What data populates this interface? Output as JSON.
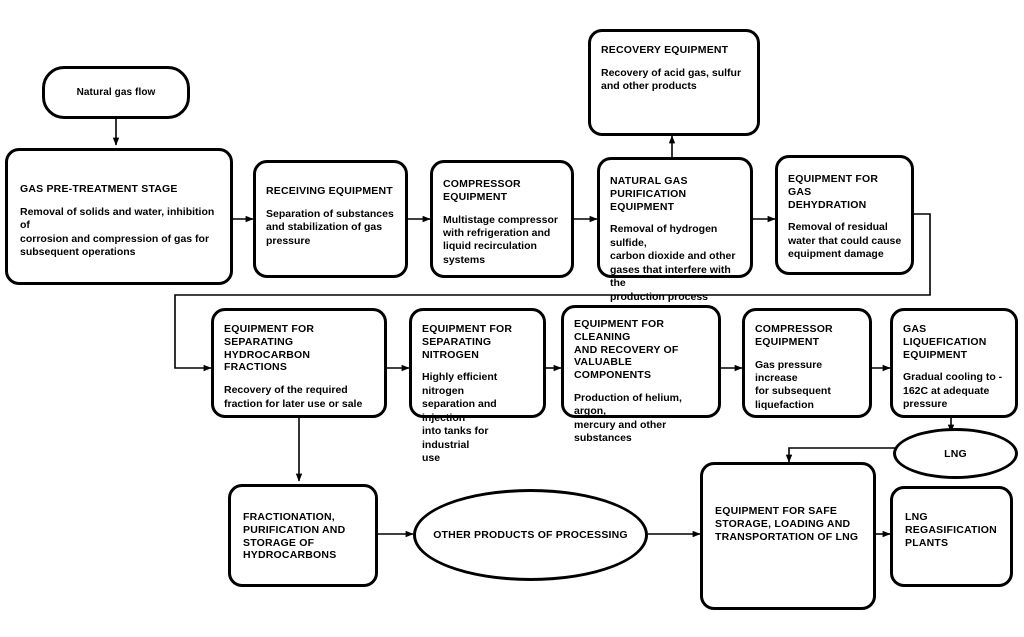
{
  "diagram": {
    "title": "Natural gas processing and LNG production flow chart",
    "background_color": "#ffffff",
    "line_color": "#000000",
    "node_border_color": "#000000",
    "node_fill_color": "#ffffff"
  },
  "nodes": {
    "natural_gas_flow": {
      "label": "Natural gas flow",
      "shape": "rounded-pill"
    },
    "pretreatment": {
      "title": "GAS PRE-TREATMENT STAGE",
      "body": "Removal of solids and water, inhibition of\ncorrosion and compression of gas for\nsubsequent operations"
    },
    "receiving": {
      "title": "RECEIVING EQUIPMENT",
      "body": "Separation of substances\nand stabilization of gas\npressure"
    },
    "compressor_1": {
      "title": "COMPRESSOR\nEQUIPMENT",
      "body": "Multistage compressor\nwith refrigeration and\nliquid recirculation\nsystems"
    },
    "purification": {
      "title": "NATURAL GAS\nPURIFICATION EQUIPMENT",
      "body": "Removal of hydrogen sulfide,\ncarbon dioxide and other\ngases that interfere with the\nproduction process"
    },
    "recovery": {
      "title": "RECOVERY EQUIPMENT",
      "body": "Recovery of acid gas, sulfur\nand other products"
    },
    "dehydration": {
      "title": "EQUIPMENT FOR GAS\nDEHYDRATION",
      "body": "Removal of residual\nwater that could cause\nequipment damage"
    },
    "hydrocarbon_separation": {
      "title": "EQUIPMENT FOR SEPARATING\nHYDROCARBON FRACTIONS",
      "body": "Recovery of the required\nfraction for later use or sale"
    },
    "nitrogen_separation": {
      "title": "EQUIPMENT FOR\nSEPARATING NITROGEN",
      "body": "Highly efficient nitrogen\nseparation and injection\ninto tanks for industrial\nuse"
    },
    "valuable_components": {
      "title": "EQUIPMENT FOR CLEANING\nAND RECOVERY OF\nVALUABLE COMPONENTS",
      "body": "Production of helium, argon,\nmercury and other substances"
    },
    "compressor_2": {
      "title": "COMPRESSOR\nEQUIPMENT",
      "body": "Gas pressure increase\nfor subsequent\nliquefaction"
    },
    "liquefaction": {
      "title": "GAS LIQUEFICATION\nEQUIPMENT",
      "body": "Gradual cooling to -\n162C at adequate\npressure"
    },
    "fractionation": {
      "title": "FRACTIONATION,\nPURIFICATION AND\nSTORAGE OF\nHYDROCARBONS"
    },
    "other_products": {
      "label": "OTHER PRODUCTS OF PROCESSING",
      "shape": "ellipse"
    },
    "lng": {
      "label": "LNG",
      "shape": "ellipse"
    },
    "safe_storage": {
      "title": "EQUIPMENT FOR SAFE\nSTORAGE, LOADING AND\nTRANSPORTATION OF LNG"
    },
    "regasification": {
      "title": "LNG\nREGASIFICATION\nPLANTS"
    }
  },
  "edges": [
    {
      "from": "natural_gas_flow",
      "to": "pretreatment"
    },
    {
      "from": "pretreatment",
      "to": "receiving"
    },
    {
      "from": "receiving",
      "to": "compressor_1"
    },
    {
      "from": "compressor_1",
      "to": "purification"
    },
    {
      "from": "purification",
      "to": "recovery"
    },
    {
      "from": "purification",
      "to": "dehydration"
    },
    {
      "from": "dehydration",
      "to": "hydrocarbon_separation"
    },
    {
      "from": "hydrocarbon_separation",
      "to": "nitrogen_separation"
    },
    {
      "from": "nitrogen_separation",
      "to": "valuable_components"
    },
    {
      "from": "valuable_components",
      "to": "compressor_2"
    },
    {
      "from": "compressor_2",
      "to": "liquefaction"
    },
    {
      "from": "liquefaction",
      "to": "lng"
    },
    {
      "from": "hydrocarbon_separation",
      "to": "fractionation"
    },
    {
      "from": "fractionation",
      "to": "other_products"
    },
    {
      "from": "other_products",
      "to": "safe_storage"
    },
    {
      "from": "lng",
      "to": "safe_storage"
    },
    {
      "from": "safe_storage",
      "to": "regasification"
    }
  ]
}
